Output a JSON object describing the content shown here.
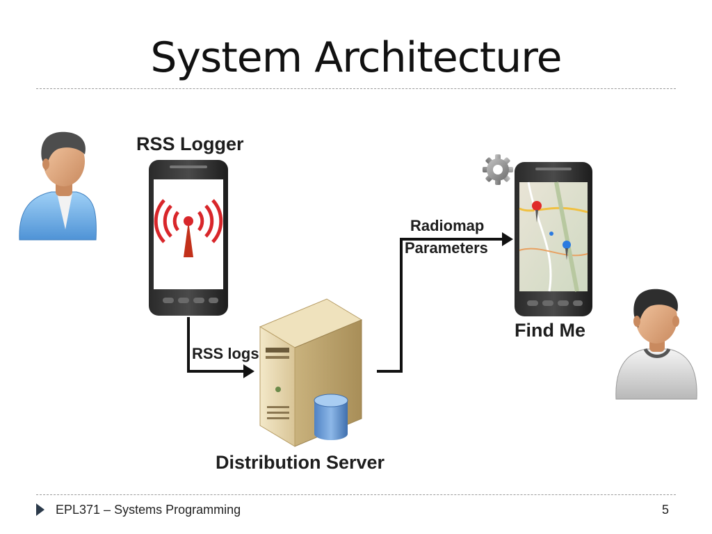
{
  "slide": {
    "title": "System Architecture",
    "footer": "EPL371 – Systems Programming",
    "page_number": "5"
  },
  "diagram": {
    "logger_label": "RSS Logger",
    "logs_label": "RSS logs",
    "server_label": "Distribution Server",
    "radiomap_label": "Radiomap",
    "parameters_label": "Parameters",
    "findme_label": "Find Me"
  },
  "icons": {
    "user_left": "user-blue-shirt-icon",
    "user_right": "user-gray-shirt-icon",
    "phone_logger": "smartphone-signal-icon",
    "phone_findme": "smartphone-map-icon",
    "server": "server-database-icon",
    "gear": "gear-icon"
  },
  "colors": {
    "signal_red": "#d8262a",
    "map_pin_red": "#e02a2a",
    "map_pin_blue": "#2a7ae0",
    "server_beige": "#e6d6ae",
    "database_blue": "#6c9cd6",
    "user_blue_shirt": "#7cb8ea",
    "user_gray_shirt": "#dcdcdc"
  }
}
